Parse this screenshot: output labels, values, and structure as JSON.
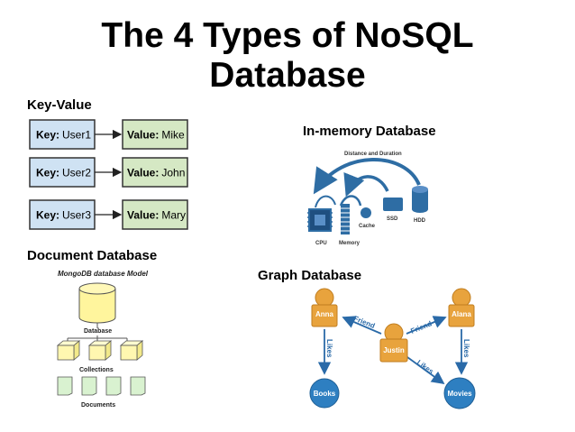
{
  "title": {
    "line1": "The 4 Types of NoSQL",
    "line2": "Database"
  },
  "key_value": {
    "heading": "Key-Value",
    "key_prefix": "Key:",
    "value_prefix": "Value:",
    "rows": [
      {
        "key": "User1",
        "value": "Mike"
      },
      {
        "key": "User2",
        "value": "John"
      },
      {
        "key": "User3",
        "value": "Mary"
      }
    ],
    "colors": {
      "key_fill": "#cfe2f3",
      "value_fill": "#d5e8c4",
      "stroke": "#333333"
    }
  },
  "in_memory": {
    "heading": "In-memory Database",
    "arc_label": "Distance and Duration",
    "components": {
      "cpu": "CPU",
      "memory": "Memory",
      "cache": "Cache",
      "ssd": "SSD",
      "hdd": "HDD"
    },
    "colors": {
      "accent": "#2e6da4",
      "light": "#5a8fc7"
    }
  },
  "document": {
    "heading": "Document Database",
    "model_label": "MongoDB database Model",
    "database_label": "Database",
    "collections_label": "Collections",
    "documents_label": "Documents",
    "colors": {
      "cylinder": "#fff59d",
      "cube": "#fff7b0",
      "doc": "#d9f2d0"
    }
  },
  "graph": {
    "heading": "Graph Database",
    "nodes": {
      "anna": "Anna",
      "justin": "Justin",
      "alana": "Alana",
      "books": "Books",
      "movies": "Movies"
    },
    "edges": {
      "friend_left": "Friend",
      "friend_right": "Friend",
      "likes_left": "Likes",
      "likes_right": "Likes",
      "likes_mid": "Likes"
    },
    "colors": {
      "person": "#e8a33d",
      "person_dark": "#c07d1f",
      "item": "#2e7fc1",
      "arrow": "#2a6aa8"
    }
  }
}
